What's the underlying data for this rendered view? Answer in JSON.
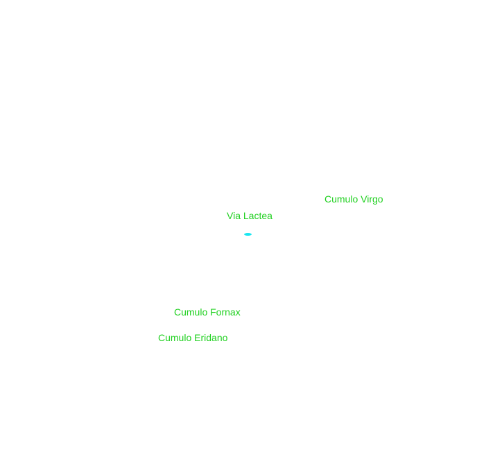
{
  "colors": {
    "label": "#1fd01f",
    "marker": "#19e6f0",
    "background": "#ffffff"
  },
  "labels": {
    "virgo": "Cumulo Virgo",
    "milky_way": "Via Lactea",
    "fornax": "Cumulo Fornax",
    "eridano": "Cumulo Eridano"
  },
  "marker": {
    "icon": "galaxy-marker-icon"
  }
}
